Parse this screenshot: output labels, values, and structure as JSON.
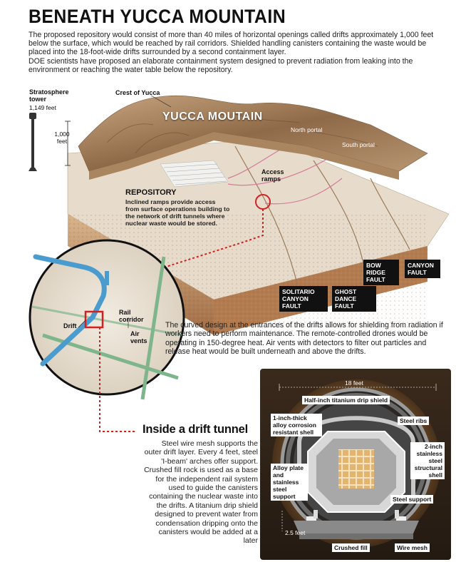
{
  "header": {
    "title": "BENEATH YUCCA MOUNTAIN",
    "intro": "The proposed repository would consist of more than 40 miles of horizontal openings called drifts approximately 1,000 feet below the surface, which would be reached by rail corridors. Shielded handling canisters containing the waste would be placed into the 18-foot-wide drifts surrounded by a second containment layer.\nDOE scientists have proposed an elaborate containment system designed to prevent radiation from leaking into the environment or reaching the water table below the repository."
  },
  "mountain": {
    "tower_label": "Stratosphere tower",
    "tower_height": "1,149 feet",
    "depth_label": "1,000 feet",
    "crest_label": "Crest of Yucca",
    "title": "YUCCA MOUTAIN",
    "north_portal": "North portal",
    "south_portal": "South portal",
    "access_ramps": "Access ramps",
    "repository_head": "REPOSITORY",
    "repository_text": "Inclined ramps provide access from surface operations building to the network of drift tunnels where nuclear waste would be stored.",
    "faults": [
      "BOW RIDGE FAULT",
      "CANYON FAULT",
      "SOLITARIO CANYON FAULT",
      "GHOST DANCE FAULT"
    ]
  },
  "zoom": {
    "drift": "Drift",
    "rail": "Rail corridor",
    "vents": "Air vents",
    "text": "The curved design at the entrances of the drifts allows for shielding from  radiation if workers need to perform maintenance. The remote-controlled drones would be operating in 150-degree heat. Air vents with detectors to filter out particles and release heat would be built underneath and above the drifts."
  },
  "tunnel": {
    "title": "Inside a drift tunnel",
    "text": "Steel wire mesh supports the outer drift layer. Every 4 feet, steel 'I-beam' arches offer support. Crushed fill rock is used as a base for the independent rail system used to guide the canisters containing the nuclear waste into the drifts. A titanium drip shield designed to prevent water from condensation dripping onto the canisters would be added at a later",
    "width": "18 feet",
    "drip_shield": "Half-inch titanium drip shield",
    "alloy_shell": "1-inch-thick alloy corrosion resistant shell",
    "steel_ribs": "Steel ribs",
    "stainless_shell": "2-inch stainless steel structural shell",
    "alloy_plate": "Alloy plate and stainless steel support",
    "steel_support": "Steel support",
    "rail_gap": "2.5 feet",
    "crushed_fill": "Crushed fill",
    "wire_mesh": "Wire mesh"
  },
  "colors": {
    "red_marker": "#d62020",
    "rock": "#c9a27a",
    "rock_dark": "#8a5a36",
    "mountain": "#b08a63",
    "pipe_blue": "#4a9ccf",
    "pipe_green": "#7fb58a",
    "tunnel_dark": "#2a2520"
  }
}
